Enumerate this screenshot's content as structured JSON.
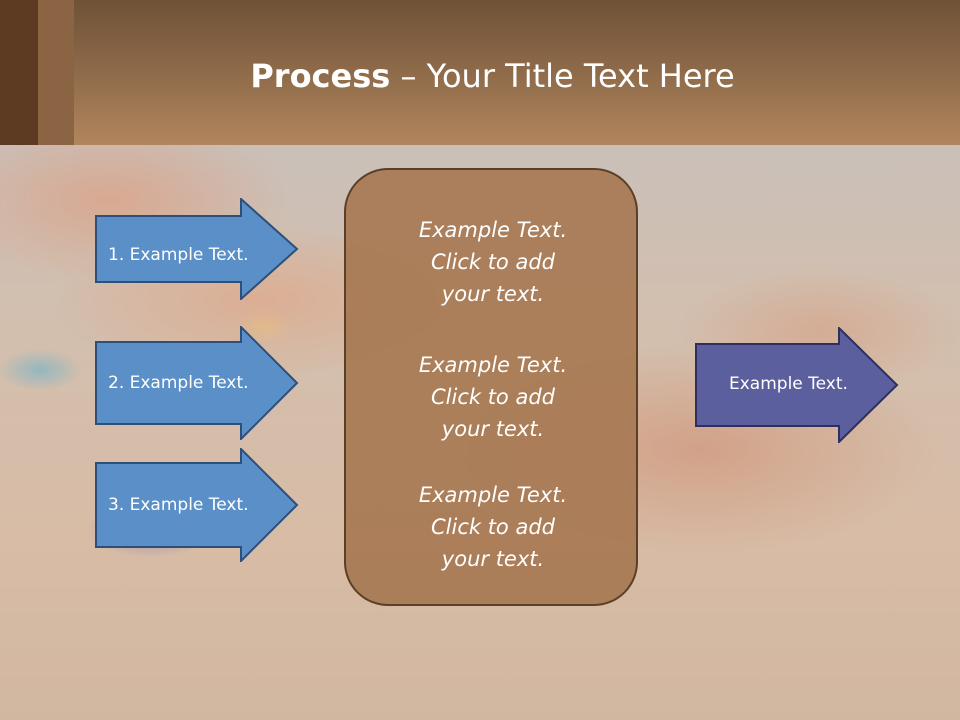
{
  "slide": {
    "title_bold": "Process",
    "title_rest": " – Your Title Text Here"
  },
  "left_arrows": [
    {
      "label": "1. Example Text."
    },
    {
      "label": "2. Example Text."
    },
    {
      "label": "3. Example Text."
    }
  ],
  "center_box": {
    "blocks": [
      {
        "line1": "Example Text.",
        "line2": "Click  to add",
        "line3": "your text."
      },
      {
        "line1": "Example Text.",
        "line2": "Click  to add",
        "line3": "your text."
      },
      {
        "line1": "Example Text.",
        "line2": "Click  to add",
        "line3": "your text."
      }
    ]
  },
  "right_arrow": {
    "label": "Example Text."
  },
  "colors": {
    "left_arrow_fill": "#5b8fc7",
    "left_arrow_stroke": "#2d4f7a",
    "right_arrow_fill": "#5c5f9e",
    "right_arrow_stroke": "#2e2f5e",
    "center_box_fill": "#a87a54",
    "header": "#8b6848"
  }
}
